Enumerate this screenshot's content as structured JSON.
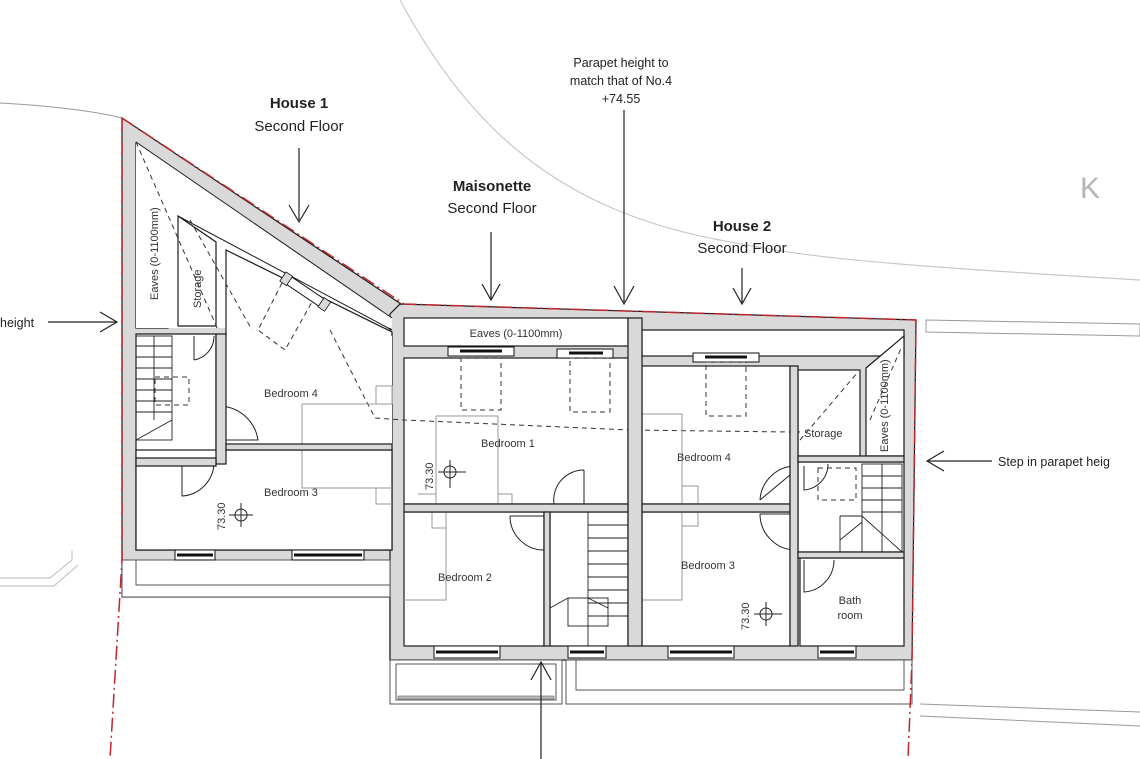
{
  "drawing": {
    "type": "floor-plan",
    "street_name_fragment": "K i",
    "colors": {
      "wall_fill": "#d9d9d9",
      "boundary_red": "#c0262d",
      "line": "#1a1a1a",
      "street_text": "#b5b5b5"
    }
  },
  "units": [
    {
      "name": "House 1",
      "floor": "Second Floor"
    },
    {
      "name": "Maisonette",
      "floor": "Second Floor"
    },
    {
      "name": "House 2",
      "floor": "Second Floor"
    }
  ],
  "annotations": {
    "parapet_note_line1": "Parapet height to",
    "parapet_note_line2": "match that of No.4",
    "parapet_note_line3": "+74.55",
    "left_note": "height",
    "right_note": "Step in parapet heig"
  },
  "rooms": {
    "house1": {
      "eaves": "Eaves (0-1100mm)",
      "storage": "Storage",
      "bedroom4": "Bedroom 4",
      "bedroom3": "Bedroom 3",
      "level": "73.30"
    },
    "maisonette": {
      "eaves": "Eaves (0-1100mm)",
      "bedroom1": "Bedroom 1",
      "bedroom2": "Bedroom 2",
      "level": "73.30"
    },
    "house2": {
      "storage": "Storage",
      "eaves": "Eaves (0-1100mm)",
      "bedroom4": "Bedroom 4",
      "bedroom3": "Bedroom 3",
      "bath_line1": "Bath",
      "bath_line2": "room",
      "level": "73.30"
    }
  }
}
